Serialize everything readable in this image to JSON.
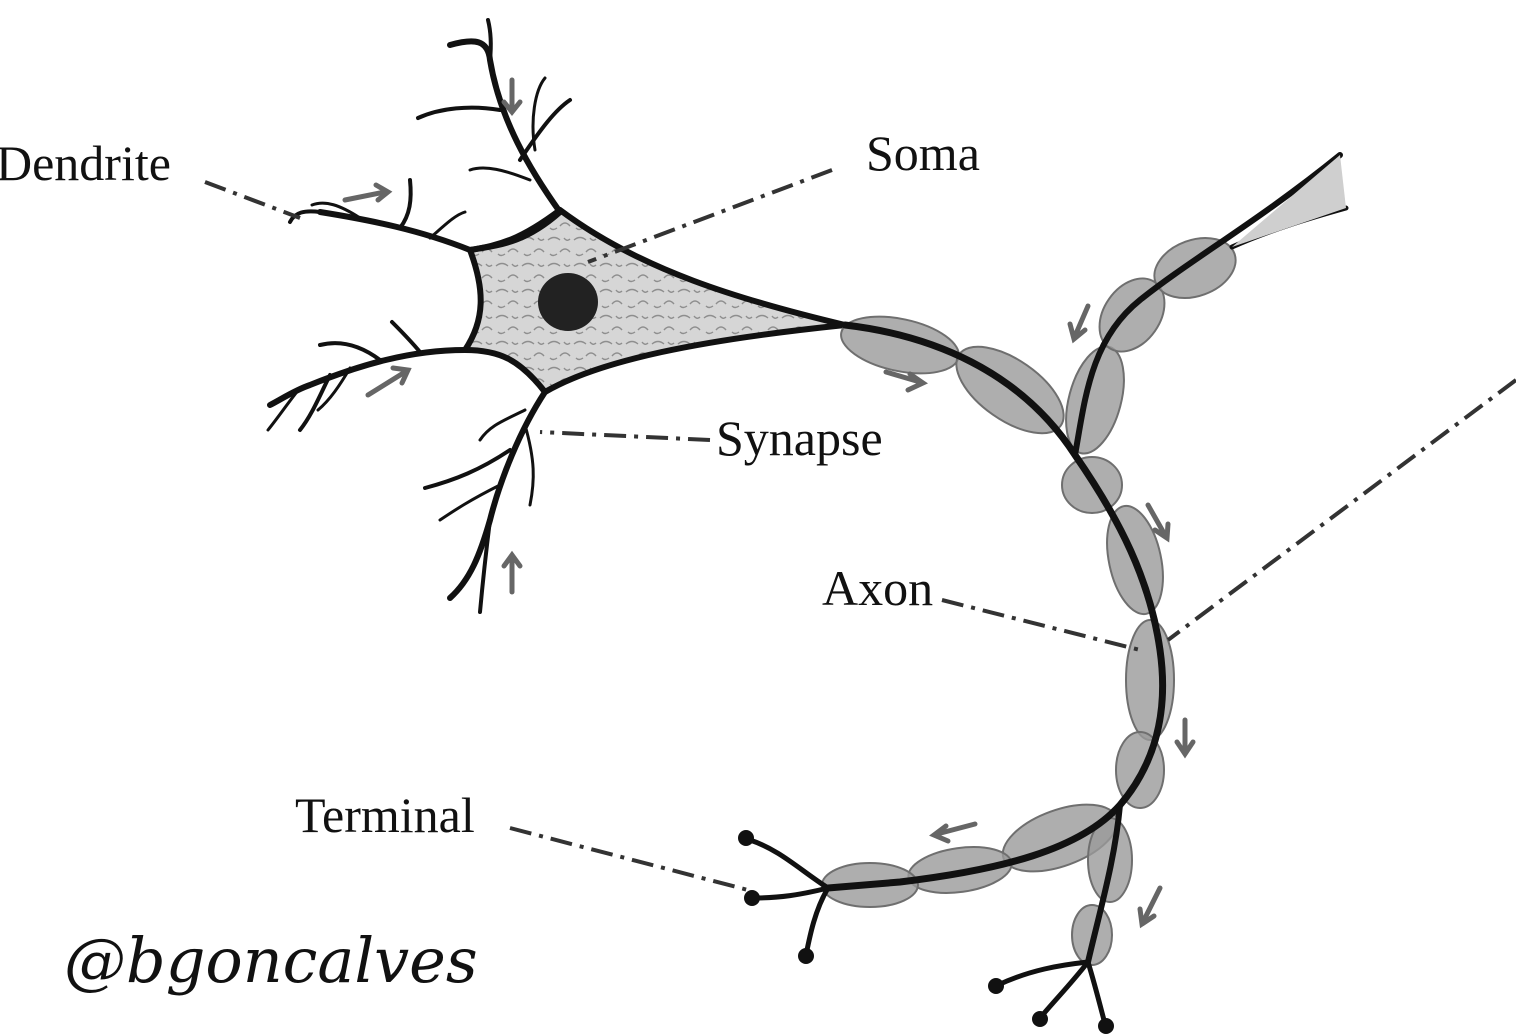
{
  "labels": {
    "dendrite": "Dendrite",
    "soma": "Soma",
    "synapse": "Synapse",
    "axon": "Axon",
    "terminal": "Terminal"
  },
  "credit": "@bgoncalves",
  "colors": {
    "background": "#ffffff",
    "ink": "#111111",
    "myelin": "#9a9a9a",
    "soma_fill": "#cfcfcf",
    "nucleus": "#222222",
    "arrow": "#666666"
  }
}
